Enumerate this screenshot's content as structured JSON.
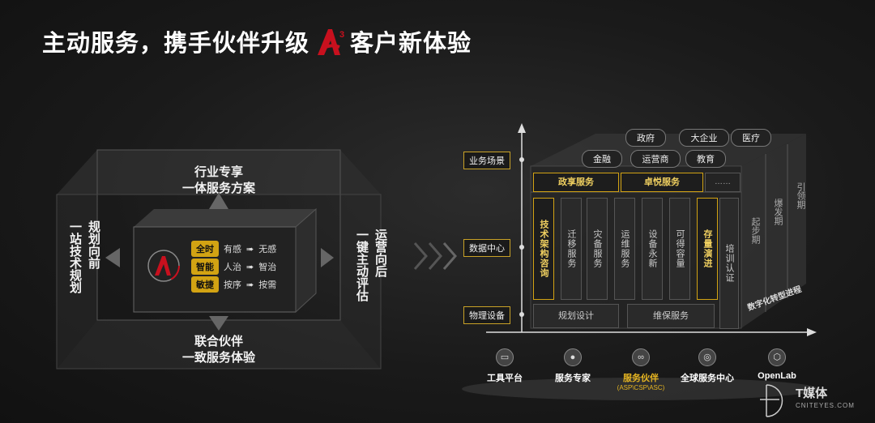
{
  "title": {
    "part1": "主动服务，携手伙伴升级",
    "part2": "客户新体验"
  },
  "left_cube": {
    "top": [
      "行业专享",
      "一体服务方案"
    ],
    "bottom": [
      "联合伙伴",
      "一致服务体验"
    ],
    "left": [
      "规划向前",
      "一站技术规划"
    ],
    "right": [
      "运营向后",
      "一键主动评估"
    ],
    "rows": [
      {
        "pill": "全时",
        "from": "有感",
        "to": "无感"
      },
      {
        "pill": "智能",
        "from": "人治",
        "to": "智治"
      },
      {
        "pill": "敏捷",
        "from": "按序",
        "to": "按需"
      }
    ]
  },
  "axis_labels": {
    "business": "业务场景",
    "datacenter": "数据中心",
    "physical": "物理设备"
  },
  "tags": {
    "row1": [
      "政府",
      "大企业",
      "医疗"
    ],
    "row2": [
      "金融",
      "运营商",
      "教育"
    ]
  },
  "top_services": {
    "zhengxiang": "政享服务",
    "zhuoyue": "卓悦服务",
    "more": "……"
  },
  "columns": [
    "技术架构咨询",
    "迁移服务",
    "灾备服务",
    "运维服务",
    "设备永新",
    "可得容量",
    "存量演进",
    "培训认证"
  ],
  "bottom_services": {
    "plan": "规划设计",
    "maint": "维保服务"
  },
  "side_phases": [
    "起步期",
    "爆发期",
    "引领期"
  ],
  "digital_transform": "数字化转型进程",
  "bottom_items": [
    {
      "label": "工具平台",
      "icon": "monitor-icon",
      "sub": ""
    },
    {
      "label": "服务专家",
      "icon": "person-icon",
      "sub": ""
    },
    {
      "label": "服务伙伴",
      "icon": "partners-icon",
      "sub": "(ASP\\CSP\\ASC)"
    },
    {
      "label": "全球服务中心",
      "icon": "globe-icon",
      "sub": ""
    },
    {
      "label": "OpenLab",
      "icon": "lab-icon",
      "sub": ""
    }
  ],
  "watermark": {
    "brand": "T媒体",
    "url": "CNITEYES.COM"
  },
  "colors": {
    "gold": "#d2a313",
    "red": "#c8101e",
    "bg": "#1a1a1a"
  }
}
